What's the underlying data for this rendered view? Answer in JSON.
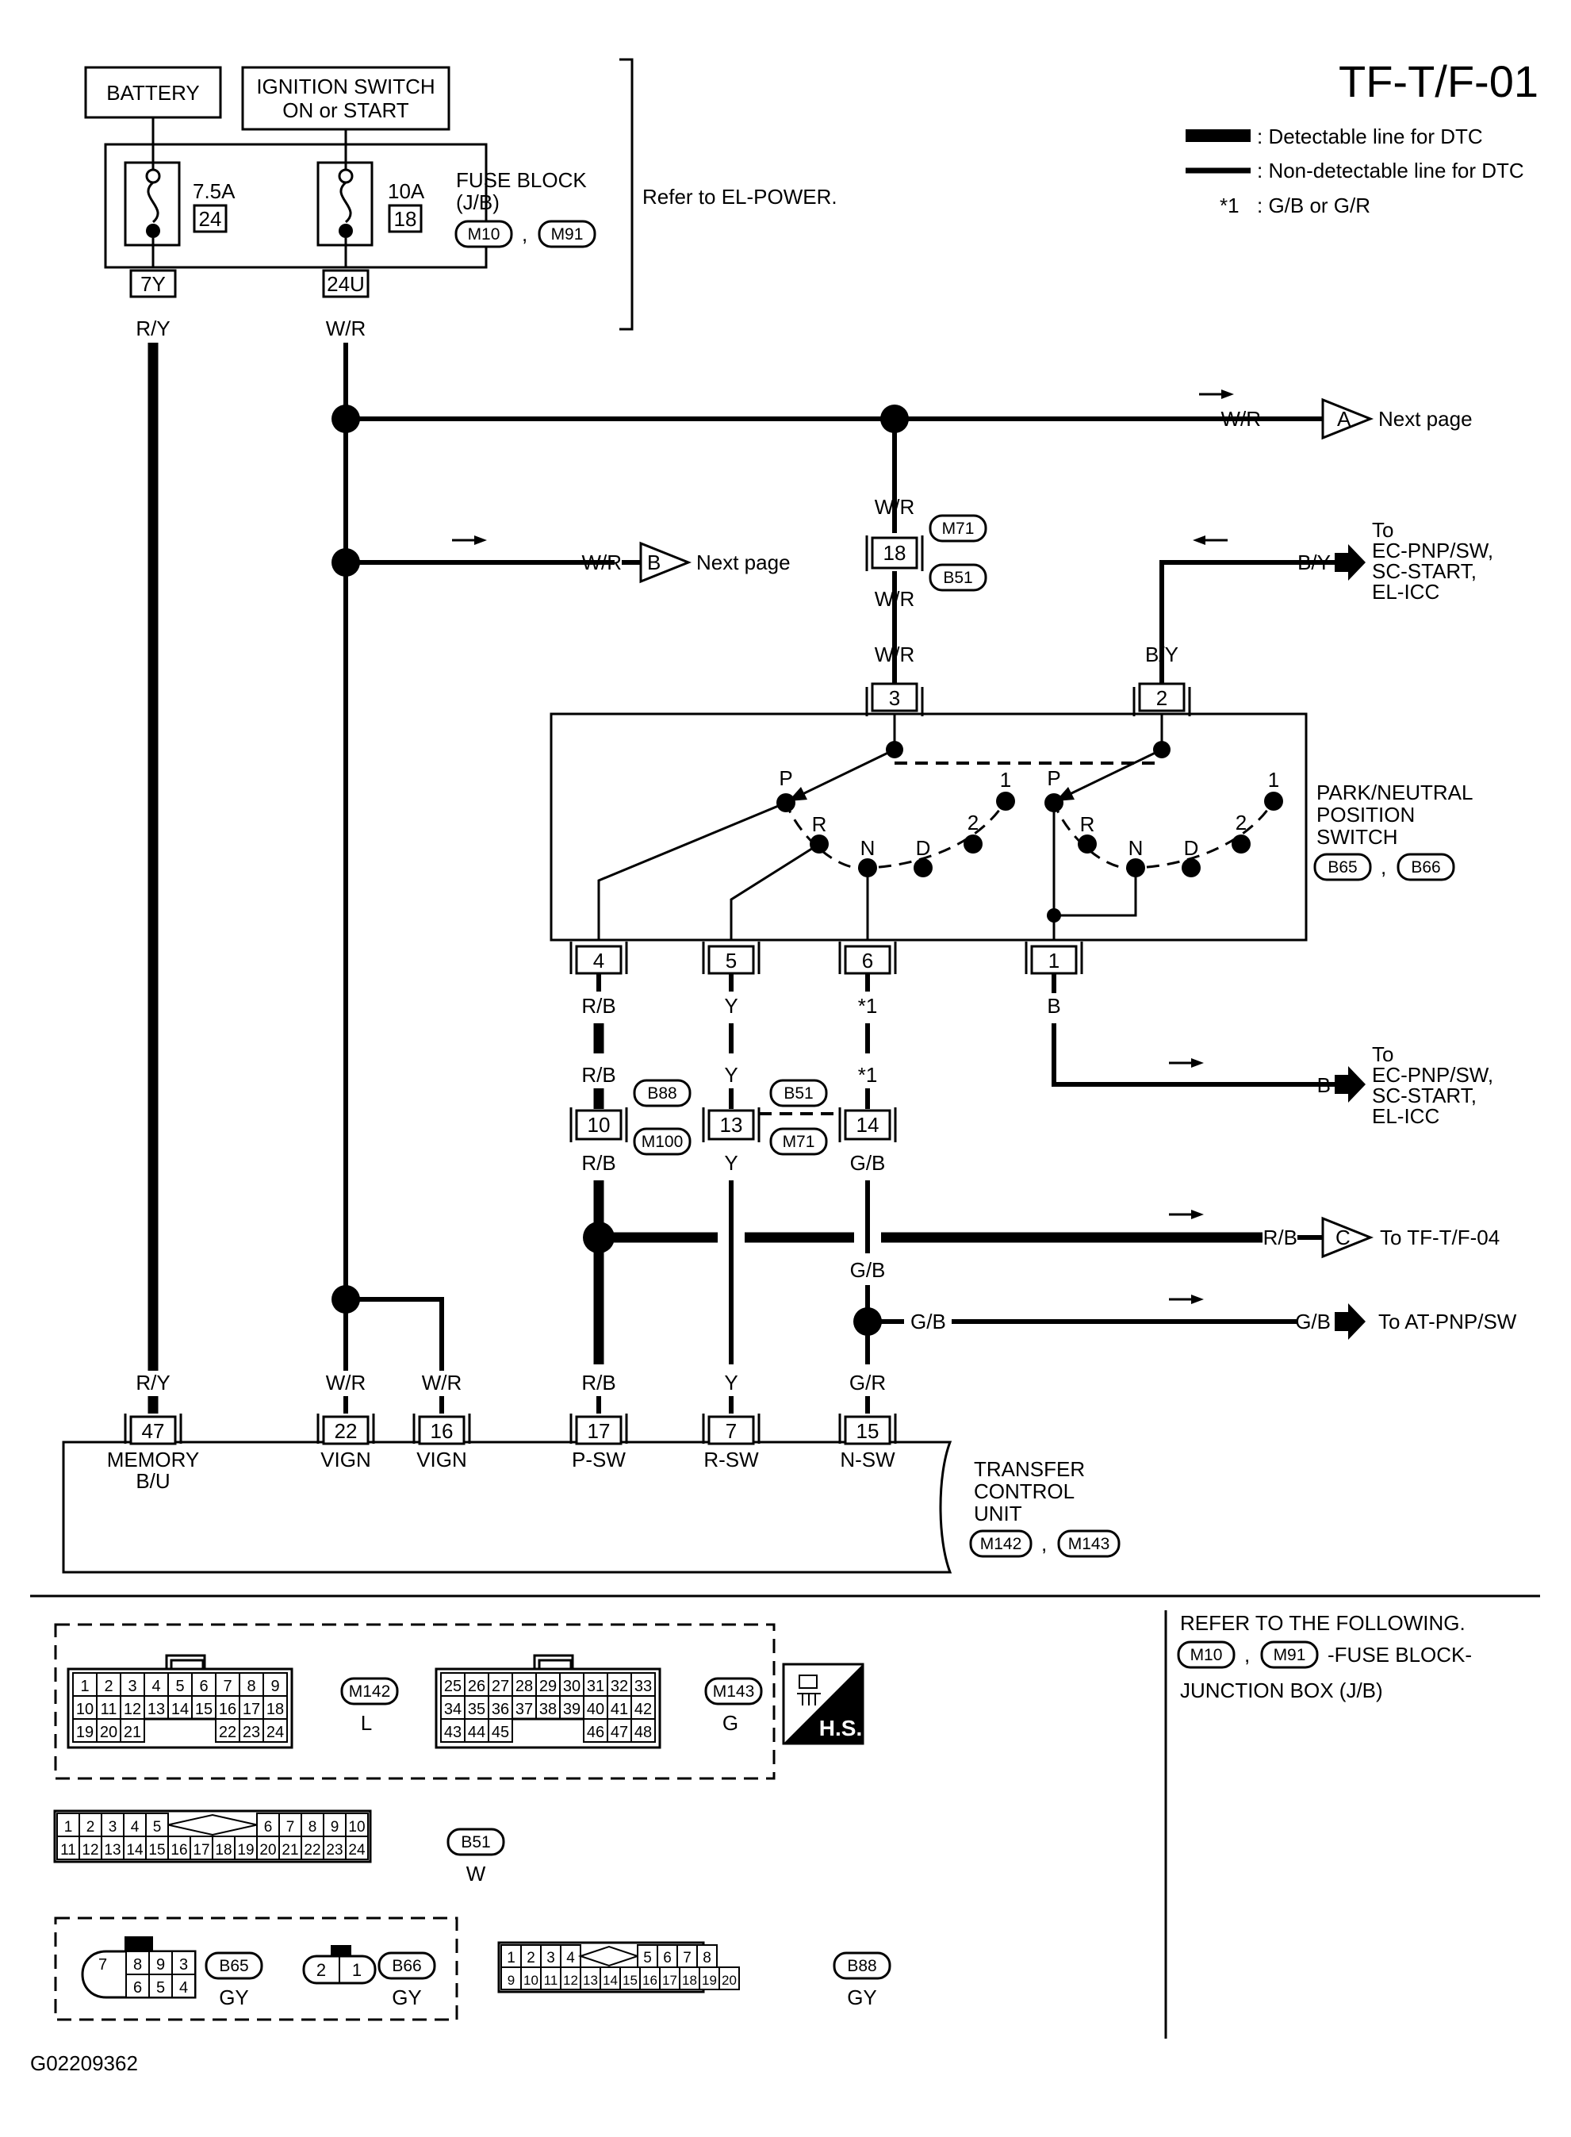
{
  "diagram": {
    "title": "TF-T/F-01",
    "figure_id": "G02209362",
    "legend": {
      "detectable": ": Detectable line for DTC",
      "non_detectable": ": Non-detectable line for DTC",
      "note_mark": "*1",
      "note_text": ": G/B or G/R"
    },
    "power": {
      "battery": "BATTERY",
      "ignition_line1": "IGNITION SWITCH",
      "ignition_line2": "ON or START",
      "fuse1_amp": "7.5A",
      "fuse1_no": "24",
      "fuse2_amp": "10A",
      "fuse2_no": "18",
      "fuse_block_line1": "FUSE BLOCK",
      "fuse_block_line2": "(J/B)",
      "fuse_conn1": "M10",
      "fuse_conn2": "M91",
      "term1": "7Y",
      "term2": "24U",
      "refer": "Refer to EL-POWER."
    },
    "wires": {
      "ry": "R/Y",
      "wr": "W/R",
      "by": "B/Y",
      "b": "B",
      "rb": "R/B",
      "y": "Y",
      "gb": "G/B",
      "gr": "G/R",
      "star1": "*1"
    },
    "offpage": {
      "a_letter": "A",
      "a_text": "Next page",
      "b_letter": "B",
      "b_text": "Next page",
      "c_letter": "C",
      "c_text": "To TF-T/F-04",
      "to": "To",
      "multi_line1": "EC-PNP/SW,",
      "multi_line2": "SC-START,",
      "multi_line3": "EL-ICC",
      "at_text": "To AT-PNP/SW"
    },
    "junction_m71": {
      "conn_top": "M71",
      "conn_bottom": "B51",
      "pin": "18"
    },
    "pnp_switch": {
      "name_line1": "PARK/NEUTRAL",
      "name_line2": "POSITION",
      "name_line3": "SWITCH",
      "conn1": "B65",
      "conn2": "B66",
      "pin_top1": "3",
      "pin_top2": "2",
      "pos_p": "P",
      "pos_r": "R",
      "pos_n": "N",
      "pos_d": "D",
      "pos_2": "2",
      "pos_1": "1",
      "pins_bottom": [
        "4",
        "5",
        "6",
        "1"
      ]
    },
    "mid_connectors": {
      "b88": "B88",
      "m100": "M100",
      "b51": "B51",
      "m71": "M71",
      "pin10": "10",
      "pin13": "13",
      "pin14": "14"
    },
    "tcu": {
      "name_line1": "TRANSFER",
      "name_line2": "CONTROL",
      "name_line3": "UNIT",
      "conn1": "M142",
      "conn2": "M143",
      "pins": [
        "47",
        "22",
        "16",
        "17",
        "7",
        "15"
      ],
      "labels": [
        "MEMORY",
        "VIGN",
        "VIGN",
        "P-SW",
        "R-SW",
        "N-SW"
      ],
      "label_sub": "B/U"
    },
    "footer": {
      "refer_line1": "REFER TO THE FOLLOWING.",
      "refer_conn1": "M10",
      "refer_conn2": "M91",
      "refer_line2": "-FUSE BLOCK-",
      "refer_line3": "JUNCTION BOX (J/B)",
      "hs": "H.S.",
      "comma": ","
    },
    "conn_faces": {
      "m142": {
        "name": "M142",
        "color": "L",
        "row1": [
          "1",
          "2",
          "3",
          "4",
          "5",
          "6",
          "7",
          "8",
          "9"
        ],
        "row2": [
          "10",
          "11",
          "12",
          "13",
          "14",
          "15",
          "16",
          "17",
          "18"
        ],
        "row3a": [
          "19",
          "20",
          "21"
        ],
        "row3b": [
          "22",
          "23",
          "24"
        ]
      },
      "m143": {
        "name": "M143",
        "color": "G",
        "row1": [
          "25",
          "26",
          "27",
          "28",
          "29",
          "30",
          "31",
          "32",
          "33"
        ],
        "row2": [
          "34",
          "35",
          "36",
          "37",
          "38",
          "39",
          "40",
          "41",
          "42"
        ],
        "row3a": [
          "43",
          "44",
          "45"
        ],
        "row3b": [
          "46",
          "47",
          "48"
        ]
      },
      "b51": {
        "name": "B51",
        "color": "W",
        "row1a": [
          "1",
          "2",
          "3",
          "4",
          "5"
        ],
        "row1b": [
          "6",
          "7",
          "8",
          "9",
          "10"
        ],
        "row2": [
          "11",
          "12",
          "13",
          "14",
          "15",
          "16",
          "17",
          "18",
          "19",
          "20",
          "21",
          "22",
          "23",
          "24"
        ]
      },
      "b65": {
        "name": "B65",
        "color": "GY",
        "row1": [
          "7",
          "8",
          "9",
          "3"
        ],
        "row2": [
          "6",
          "5",
          "4"
        ]
      },
      "b66": {
        "name": "B66",
        "color": "GY",
        "pins": [
          "2",
          "1"
        ]
      },
      "b88": {
        "name": "B88",
        "color": "GY",
        "row1a": [
          "1",
          "2",
          "3",
          "4"
        ],
        "row1b": [
          "5",
          "6",
          "7",
          "8"
        ],
        "row2": [
          "9",
          "10",
          "11",
          "12",
          "13",
          "14",
          "15",
          "16",
          "17",
          "18",
          "19",
          "20"
        ]
      }
    }
  }
}
